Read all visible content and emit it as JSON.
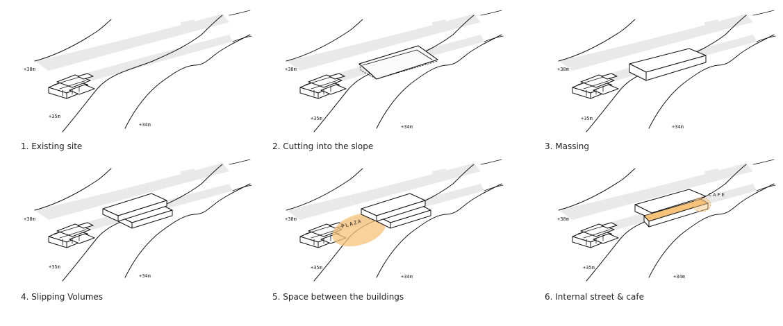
{
  "panels": [
    {
      "caption": "1. Existing site",
      "elevations": [
        "+38m",
        "+35m",
        "+34m"
      ]
    },
    {
      "caption": "2. Cutting into the slope",
      "elevations": [
        "+38m",
        "+35m",
        "+34m"
      ]
    },
    {
      "caption": "3. Massing",
      "elevations": [
        "+38m",
        "+35m",
        "+34m"
      ]
    },
    {
      "caption": "4. Slipping Volumes",
      "elevations": [
        "+38m",
        "+35m",
        "+34m"
      ]
    },
    {
      "caption": "5. Space between the buildings",
      "elevations": [
        "+38m",
        "+35m",
        "+34m"
      ],
      "annotation": "PLAZA"
    },
    {
      "caption": "6. Internal street & cafe",
      "elevations": [
        "+38m",
        "+35m",
        "+34m"
      ],
      "annotation": "CAFE"
    }
  ],
  "colors": {
    "highlight": "#f6c27a",
    "highlight_stroke": "#e8a24a",
    "terrain": "#e9e9e9",
    "ink": "#111111"
  }
}
